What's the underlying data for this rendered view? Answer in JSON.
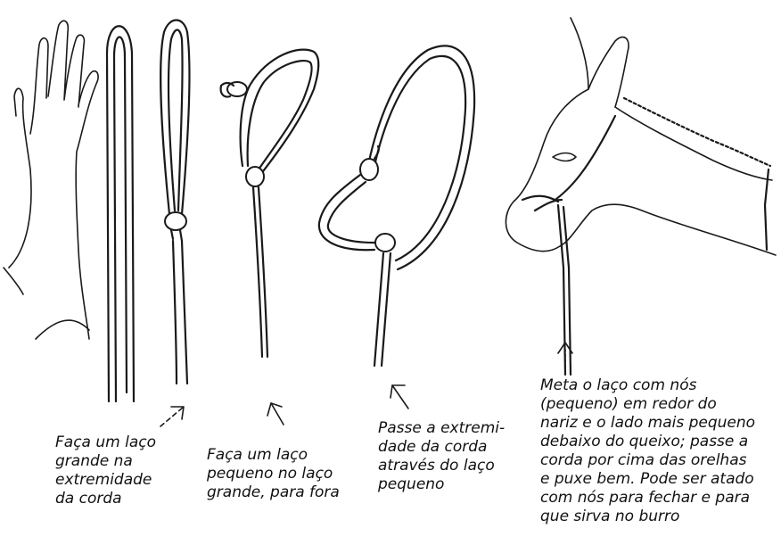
{
  "captions": [
    {
      "id": "step1",
      "text": "Faça um laço\ngrande na\nextremidade\nda corda"
    },
    {
      "id": "step2",
      "text": "Faça um laço\npequeno no laço\ngrande, para fora"
    },
    {
      "id": "step3",
      "text": "Passe a extremi-\ndade da corda\natravés do laço\npequeno"
    },
    {
      "id": "step4",
      "text": "Meta o laço com nós\n(pequeno) em redor do\nnariz e o lado mais pequeno\ndebaixo do queixo; passe a\ncorda por cima das orelhas\ne puxe bem. Pode ser atado\ncom nós para fechar e para\nque sirva no burro"
    }
  ]
}
